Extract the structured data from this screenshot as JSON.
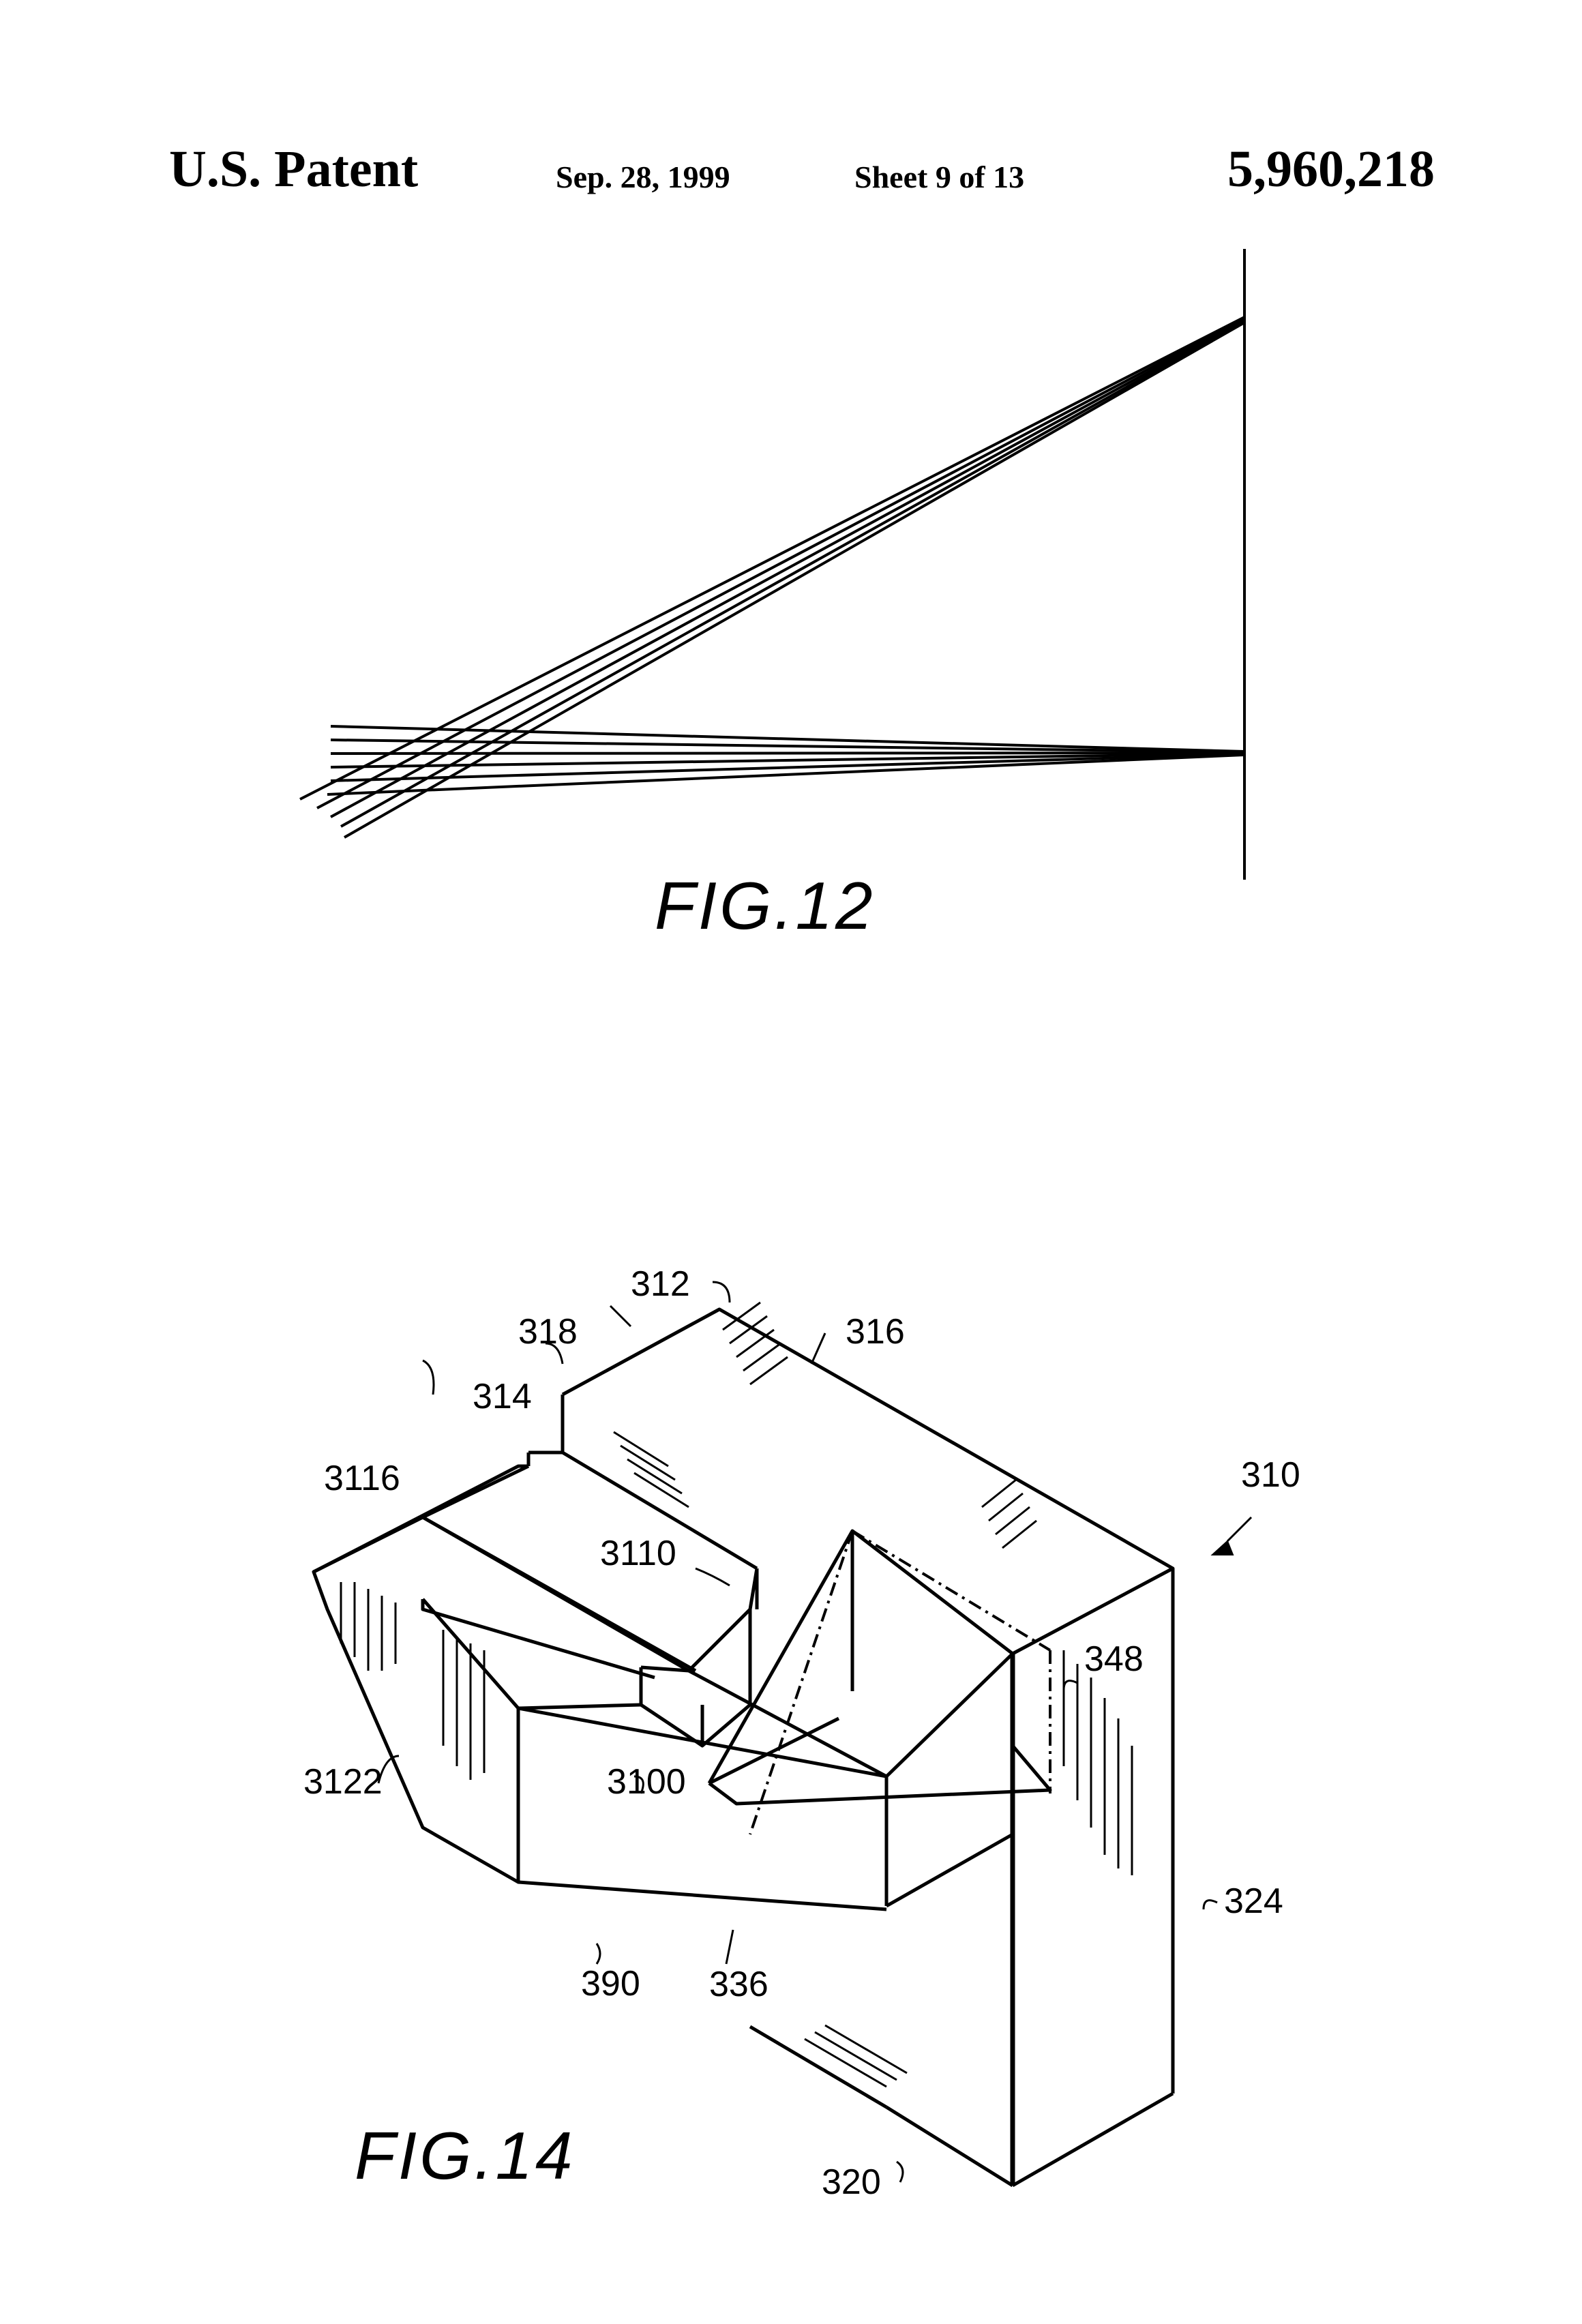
{
  "header": {
    "left": "U.S. Patent",
    "date": "Sep. 28, 1999",
    "sheet": "Sheet 9 of 13",
    "patent_number": "5,960,218"
  },
  "figures": {
    "fig12": {
      "label": "FIG.12"
    },
    "fig14": {
      "label": "FIG.14",
      "refs": {
        "r312": "312",
        "r318": "318",
        "r316": "316",
        "r314": "314",
        "r3116": "3116",
        "r310": "310",
        "r3110": "3110",
        "r348": "348",
        "r3122": "3122",
        "r3100": "3100",
        "r324": "324",
        "r390": "390",
        "r336": "336",
        "r320": "320"
      }
    }
  }
}
